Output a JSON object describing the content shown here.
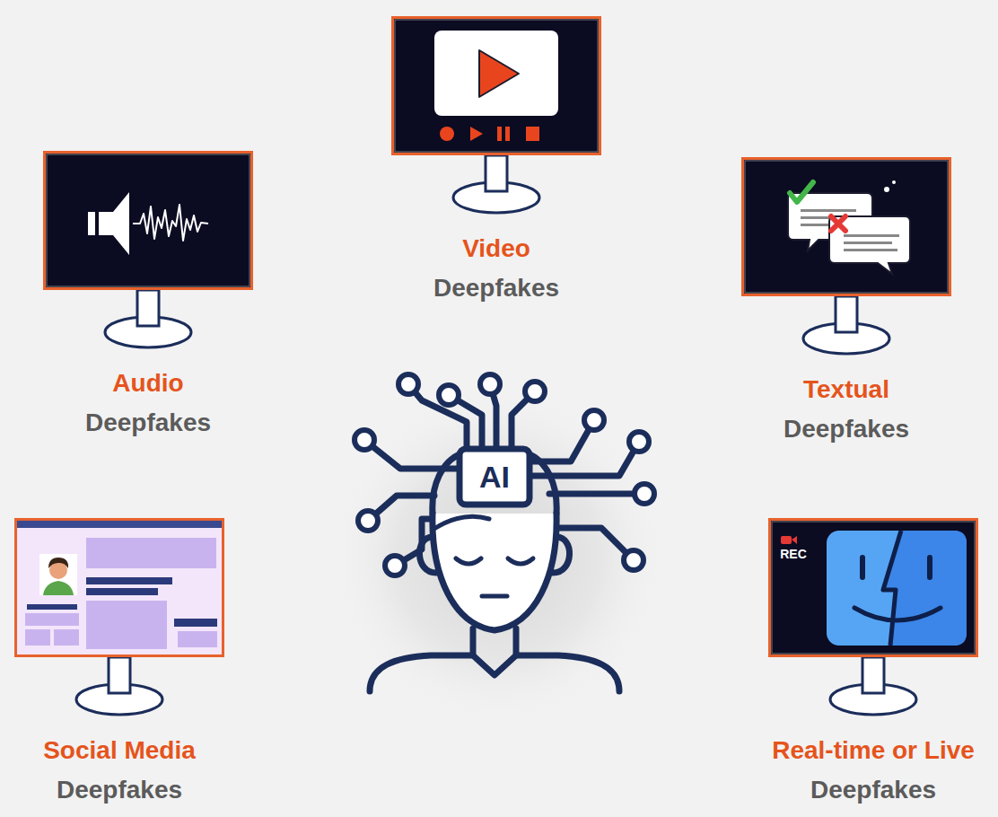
{
  "diagram": {
    "nodes": [
      {
        "text": [
          "Video",
          "Deepfakes"
        ]
      },
      {
        "text": [
          "Audio",
          "Deepfakes"
        ]
      },
      {
        "text": [
          "Textual",
          "Deepfakes"
        ]
      },
      {
        "text": [
          "Social Media",
          "Deepfakes"
        ]
      },
      {
        "text": [
          "Real-time or Live",
          "Deepfakes"
        ]
      }
    ],
    "labels": [
      "AI",
      "REC"
    ]
  }
}
